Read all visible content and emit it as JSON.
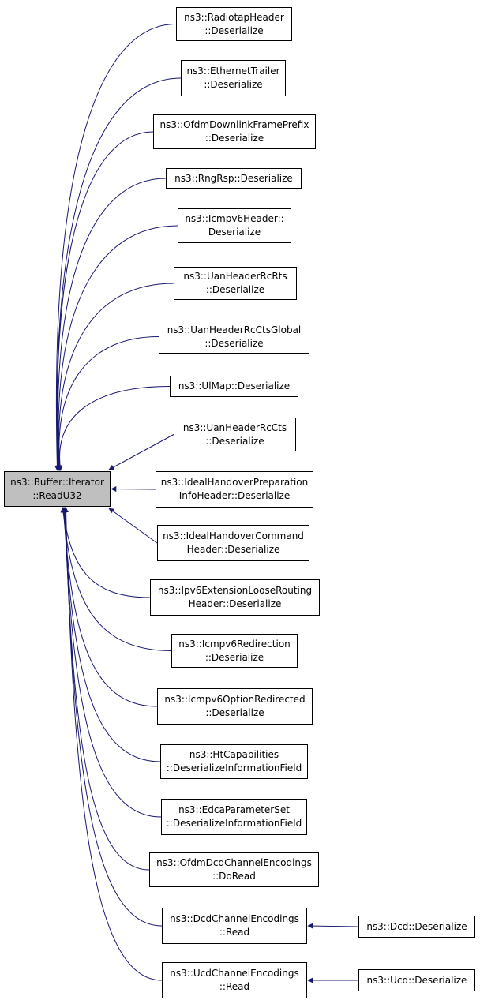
{
  "root": {
    "lines": [
      "ns3::Buffer::Iterator",
      "::ReadU32"
    ]
  },
  "callers": [
    {
      "lines": [
        "ns3::RadiotapHeader",
        "::Deserialize"
      ]
    },
    {
      "lines": [
        "ns3::EthernetTrailer",
        "::Deserialize"
      ]
    },
    {
      "lines": [
        "ns3::OfdmDownlinkFramePrefix",
        "::Deserialize"
      ]
    },
    {
      "lines": [
        "ns3::RngRsp::Deserialize"
      ]
    },
    {
      "lines": [
        "ns3::Icmpv6Header::",
        "Deserialize"
      ]
    },
    {
      "lines": [
        "ns3::UanHeaderRcRts",
        "::Deserialize"
      ]
    },
    {
      "lines": [
        "ns3::UanHeaderRcCtsGlobal",
        "::Deserialize"
      ]
    },
    {
      "lines": [
        "ns3::UlMap::Deserialize"
      ]
    },
    {
      "lines": [
        "ns3::UanHeaderRcCts",
        "::Deserialize"
      ]
    },
    {
      "lines": [
        "ns3::IdealHandoverPreparation",
        "InfoHeader::Deserialize"
      ]
    },
    {
      "lines": [
        "ns3::IdealHandoverCommand",
        "Header::Deserialize"
      ]
    },
    {
      "lines": [
        "ns3::Ipv6ExtensionLooseRouting",
        "Header::Deserialize"
      ]
    },
    {
      "lines": [
        "ns3::Icmpv6Redirection",
        "::Deserialize"
      ]
    },
    {
      "lines": [
        "ns3::Icmpv6OptionRedirected",
        "::Deserialize"
      ]
    },
    {
      "lines": [
        "ns3::HtCapabilities",
        "::DeserializeInformationField"
      ]
    },
    {
      "lines": [
        "ns3::EdcaParameterSet",
        "::DeserializeInformationField"
      ]
    },
    {
      "lines": [
        "ns3::OfdmDcdChannelEncodings",
        "::DoRead"
      ]
    },
    {
      "lines": [
        "ns3::DcdChannelEncodings",
        "::Read"
      ]
    },
    {
      "lines": [
        "ns3::UcdChannelEncodings",
        "::Read"
      ]
    }
  ],
  "second_level": [
    {
      "lines": [
        "ns3::Dcd::Deserialize"
      ],
      "calls": 17
    },
    {
      "lines": [
        "ns3::Ucd::Deserialize"
      ],
      "calls": 18
    }
  ],
  "colors": {
    "edge": "#191970",
    "root_fill": "#bfbfbf",
    "node_border": "#000000"
  }
}
